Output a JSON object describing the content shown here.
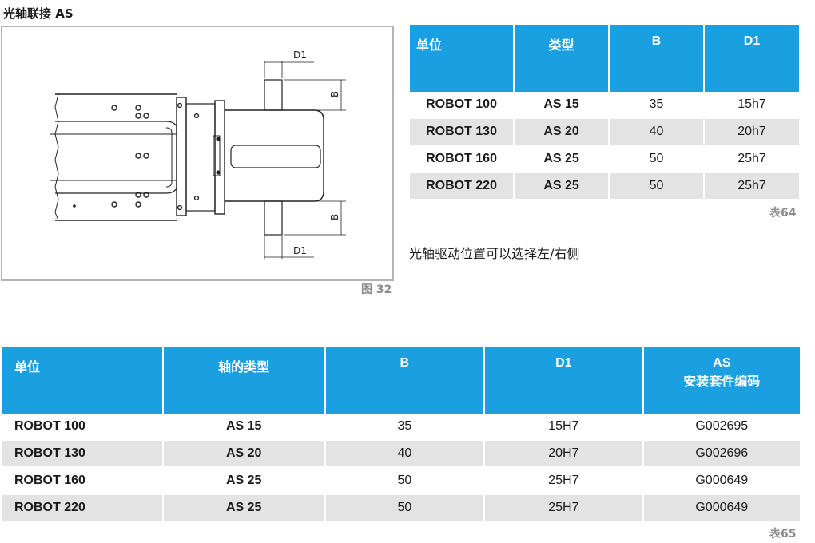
{
  "title": "光轴联接 AS",
  "figure": {
    "caption": "图 32",
    "labels": {
      "d1_top": "D1",
      "b_top": "B",
      "b_bottom": "B",
      "d1_bottom": "D1"
    }
  },
  "table64": {
    "caption": "表64",
    "headers": [
      "单位",
      "类型",
      "B",
      "D1"
    ],
    "rows": [
      [
        "ROBOT 100",
        "AS 15",
        "35",
        "15h7"
      ],
      [
        "ROBOT 130",
        "AS 20",
        "40",
        "20h7"
      ],
      [
        "ROBOT 160",
        "AS 25",
        "50",
        "25h7"
      ],
      [
        "ROBOT 220",
        "AS 25",
        "50",
        "25h7"
      ]
    ]
  },
  "note": "光轴驱动位置可以选择左/右侧",
  "table65": {
    "caption": "表65",
    "headers": [
      "单位",
      "轴的类型",
      "B",
      "D1",
      "AS",
      "安装套件编码"
    ],
    "rows": [
      [
        "ROBOT 100",
        "AS 15",
        "35",
        "15H7",
        "G002695"
      ],
      [
        "ROBOT 130",
        "AS 20",
        "40",
        "20H7",
        "G002696"
      ],
      [
        "ROBOT 160",
        "AS 25",
        "50",
        "25H7",
        "G000649"
      ],
      [
        "ROBOT 220",
        "AS 25",
        "50",
        "25H7",
        "G000649"
      ]
    ]
  }
}
